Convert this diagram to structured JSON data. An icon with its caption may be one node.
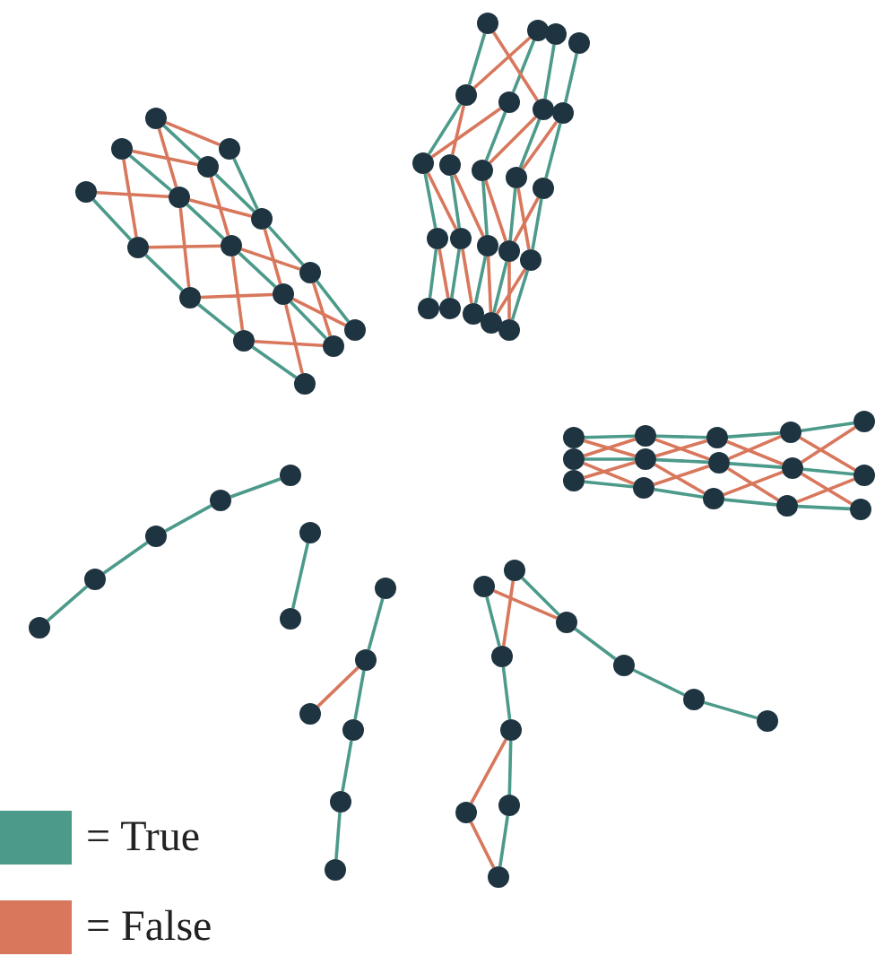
{
  "diagram": {
    "nodes": [
      {
        "text": [],
        "shape": "circle"
      },
      {
        "text": [],
        "shape": "circle"
      },
      {
        "text": [],
        "shape": "circle"
      },
      {
        "text": [],
        "shape": "circle"
      },
      {
        "text": [],
        "shape": "circle"
      },
      {
        "text": [],
        "shape": "circle"
      },
      {
        "text": [],
        "shape": "circle"
      },
      {
        "text": [],
        "shape": "circle"
      },
      {
        "text": [],
        "shape": "circle"
      },
      {
        "text": [],
        "shape": "circle"
      },
      {
        "text": [],
        "shape": "circle"
      },
      {
        "text": [],
        "shape": "circle"
      },
      {
        "text": [],
        "shape": "circle"
      },
      {
        "text": [],
        "shape": "circle"
      },
      {
        "text": [],
        "shape": "circle"
      },
      {
        "text": [],
        "shape": "circle"
      },
      {
        "text": [],
        "shape": "circle"
      },
      {
        "text": [],
        "shape": "circle"
      },
      {
        "text": [],
        "shape": "circle"
      },
      {
        "text": [],
        "shape": "circle"
      },
      {
        "text": [],
        "shape": "circle"
      },
      {
        "text": [],
        "shape": "circle"
      },
      {
        "text": [],
        "shape": "circle"
      },
      {
        "text": [],
        "shape": "circle"
      },
      {
        "text": [],
        "shape": "circle"
      },
      {
        "text": [],
        "shape": "circle"
      },
      {
        "text": [],
        "shape": "circle"
      },
      {
        "text": [],
        "shape": "circle"
      },
      {
        "text": [],
        "shape": "circle"
      },
      {
        "text": [],
        "shape": "circle"
      },
      {
        "text": [],
        "shape": "circle"
      },
      {
        "text": [],
        "shape": "circle"
      },
      {
        "text": [],
        "shape": "circle"
      },
      {
        "text": [],
        "shape": "circle"
      },
      {
        "text": [],
        "shape": "circle"
      },
      {
        "text": [],
        "shape": "circle"
      },
      {
        "text": [],
        "shape": "circle"
      },
      {
        "text": [],
        "shape": "circle"
      },
      {
        "text": [],
        "shape": "circle"
      },
      {
        "text": [],
        "shape": "circle"
      },
      {
        "text": [],
        "shape": "circle"
      },
      {
        "text": [],
        "shape": "circle"
      },
      {
        "text": [],
        "shape": "circle"
      },
      {
        "text": [],
        "shape": "circle"
      },
      {
        "text": [],
        "shape": "circle"
      },
      {
        "text": [],
        "shape": "circle"
      },
      {
        "text": [],
        "shape": "circle"
      },
      {
        "text": [],
        "shape": "circle"
      },
      {
        "text": [],
        "shape": "circle"
      },
      {
        "text": [],
        "shape": "circle"
      },
      {
        "text": [],
        "shape": "circle"
      },
      {
        "text": [],
        "shape": "circle"
      },
      {
        "text": [],
        "shape": "circle"
      },
      {
        "text": [],
        "shape": "circle"
      },
      {
        "text": [],
        "shape": "circle"
      },
      {
        "text": [],
        "shape": "circle"
      },
      {
        "text": [],
        "shape": "circle"
      },
      {
        "text": [],
        "shape": "circle"
      },
      {
        "text": [],
        "shape": "circle"
      },
      {
        "text": [],
        "shape": "circle"
      },
      {
        "text": [],
        "shape": "circle"
      },
      {
        "text": [],
        "shape": "circle"
      },
      {
        "text": [],
        "shape": "circle"
      },
      {
        "text": [],
        "shape": "circle"
      },
      {
        "text": [],
        "shape": "circle"
      },
      {
        "text": [],
        "shape": "circle"
      },
      {
        "text": [],
        "shape": "circle"
      },
      {
        "text": [],
        "shape": "circle"
      },
      {
        "text": [],
        "shape": "circle"
      },
      {
        "text": [],
        "shape": "circle"
      },
      {
        "text": [],
        "shape": "circle"
      },
      {
        "text": [],
        "shape": "circle"
      },
      {
        "text": [],
        "shape": "circle"
      },
      {
        "text": [],
        "shape": "circle"
      },
      {
        "text": [],
        "shape": "circle"
      },
      {
        "text": [],
        "shape": "circle"
      },
      {
        "text": [],
        "shape": "circle"
      },
      {
        "text": [],
        "shape": "circle"
      }
    ],
    "edges": [
      {
        "from": 4,
        "to": 7,
        "arrow": "none"
      },
      {
        "from": 7,
        "to": 10,
        "arrow": "none"
      },
      {
        "from": 10,
        "to": 13,
        "arrow": "none"
      },
      {
        "from": 13,
        "to": 15,
        "arrow": "none"
      },
      {
        "from": 2,
        "to": 5,
        "arrow": "none"
      },
      {
        "from": 5,
        "to": 8,
        "arrow": "none"
      },
      {
        "from": 8,
        "to": 11,
        "arrow": "none"
      },
      {
        "from": 11,
        "to": 14,
        "arrow": "none"
      },
      {
        "from": 0,
        "to": 3,
        "arrow": "none"
      },
      {
        "from": 3,
        "to": 6,
        "arrow": "none"
      },
      {
        "from": 6,
        "to": 9,
        "arrow": "none"
      },
      {
        "from": 9,
        "to": 12,
        "arrow": "none"
      },
      {
        "from": 1,
        "to": 6,
        "arrow": "none"
      },
      {
        "from": 4,
        "to": 5,
        "arrow": "none",
        "color": "#d8775c"
      },
      {
        "from": 7,
        "to": 8,
        "arrow": "none",
        "color": "#d8775c"
      },
      {
        "from": 10,
        "to": 11,
        "arrow": "none",
        "color": "#d8775c"
      },
      {
        "from": 13,
        "to": 14,
        "arrow": "none",
        "color": "#d8775c"
      },
      {
        "from": 2,
        "to": 7,
        "arrow": "none",
        "color": "#d8775c"
      },
      {
        "from": 5,
        "to": 10,
        "arrow": "none",
        "color": "#d8775c"
      },
      {
        "from": 8,
        "to": 13,
        "arrow": "none",
        "color": "#d8775c"
      },
      {
        "from": 11,
        "to": 15,
        "arrow": "none",
        "color": "#d8775c"
      },
      {
        "from": 2,
        "to": 3,
        "arrow": "none",
        "color": "#d8775c"
      },
      {
        "from": 5,
        "to": 6,
        "arrow": "none",
        "color": "#d8775c"
      },
      {
        "from": 8,
        "to": 9,
        "arrow": "none",
        "color": "#d8775c"
      },
      {
        "from": 11,
        "to": 12,
        "arrow": "none",
        "color": "#d8775c"
      },
      {
        "from": 0,
        "to": 5,
        "arrow": "none",
        "color": "#d8775c"
      },
      {
        "from": 3,
        "to": 8,
        "arrow": "none",
        "color": "#d8775c"
      },
      {
        "from": 6,
        "to": 11,
        "arrow": "none",
        "color": "#d8775c"
      },
      {
        "from": 9,
        "to": 14,
        "arrow": "none",
        "color": "#d8775c"
      },
      {
        "from": 0,
        "to": 1,
        "arrow": "none",
        "color": "#d8775c"
      },
      {
        "from": 16,
        "to": 20,
        "arrow": "none"
      },
      {
        "from": 17,
        "to": 21,
        "arrow": "none"
      },
      {
        "from": 18,
        "to": 22,
        "arrow": "none"
      },
      {
        "from": 19,
        "to": 23,
        "arrow": "none"
      },
      {
        "from": 20,
        "to": 24,
        "arrow": "none"
      },
      {
        "from": 21,
        "to": 26,
        "arrow": "none"
      },
      {
        "from": 22,
        "to": 27,
        "arrow": "none"
      },
      {
        "from": 23,
        "to": 28,
        "arrow": "none"
      },
      {
        "from": 24,
        "to": 29,
        "arrow": "none"
      },
      {
        "from": 25,
        "to": 30,
        "arrow": "none"
      },
      {
        "from": 26,
        "to": 31,
        "arrow": "none"
      },
      {
        "from": 27,
        "to": 32,
        "arrow": "none"
      },
      {
        "from": 28,
        "to": 33,
        "arrow": "none"
      },
      {
        "from": 29,
        "to": 34,
        "arrow": "none"
      },
      {
        "from": 30,
        "to": 35,
        "arrow": "none"
      },
      {
        "from": 31,
        "to": 36,
        "arrow": "none"
      },
      {
        "from": 32,
        "to": 37,
        "arrow": "none"
      },
      {
        "from": 33,
        "to": 38,
        "arrow": "none"
      },
      {
        "from": 16,
        "to": 22,
        "arrow": "none",
        "color": "#d8775c"
      },
      {
        "from": 17,
        "to": 20,
        "arrow": "none",
        "color": "#d8775c"
      },
      {
        "from": 20,
        "to": 25,
        "arrow": "none",
        "color": "#d8775c"
      },
      {
        "from": 22,
        "to": 26,
        "arrow": "none",
        "color": "#d8775c"
      },
      {
        "from": 23,
        "to": 27,
        "arrow": "none",
        "color": "#d8775c"
      },
      {
        "from": 21,
        "to": 24,
        "arrow": "none",
        "color": "#d8775c"
      },
      {
        "from": 24,
        "to": 30,
        "arrow": "none",
        "color": "#d8775c"
      },
      {
        "from": 25,
        "to": 31,
        "arrow": "none",
        "color": "#d8775c"
      },
      {
        "from": 26,
        "to": 32,
        "arrow": "none",
        "color": "#d8775c"
      },
      {
        "from": 27,
        "to": 33,
        "arrow": "none",
        "color": "#d8775c"
      },
      {
        "from": 28,
        "to": 32,
        "arrow": "none",
        "color": "#d8775c"
      },
      {
        "from": 29,
        "to": 35,
        "arrow": "none",
        "color": "#d8775c"
      },
      {
        "from": 30,
        "to": 36,
        "arrow": "none",
        "color": "#d8775c"
      },
      {
        "from": 31,
        "to": 37,
        "arrow": "none",
        "color": "#d8775c"
      },
      {
        "from": 32,
        "to": 38,
        "arrow": "none",
        "color": "#d8775c"
      },
      {
        "from": 33,
        "to": 37,
        "arrow": "none",
        "color": "#d8775c"
      },
      {
        "from": 39,
        "to": 42,
        "arrow": "none"
      },
      {
        "from": 40,
        "to": 43,
        "arrow": "none"
      },
      {
        "from": 41,
        "to": 44,
        "arrow": "none"
      },
      {
        "from": 39,
        "to": 43,
        "arrow": "none",
        "color": "#d8775c"
      },
      {
        "from": 40,
        "to": 42,
        "arrow": "none",
        "color": "#d8775c"
      },
      {
        "from": 40,
        "to": 44,
        "arrow": "none",
        "color": "#d8775c"
      },
      {
        "from": 41,
        "to": 43,
        "arrow": "none",
        "color": "#d8775c"
      },
      {
        "from": 42,
        "to": 45,
        "arrow": "none"
      },
      {
        "from": 43,
        "to": 46,
        "arrow": "none"
      },
      {
        "from": 44,
        "to": 47,
        "arrow": "none"
      },
      {
        "from": 42,
        "to": 46,
        "arrow": "none",
        "color": "#d8775c"
      },
      {
        "from": 43,
        "to": 45,
        "arrow": "none",
        "color": "#d8775c"
      },
      {
        "from": 43,
        "to": 47,
        "arrow": "none",
        "color": "#d8775c"
      },
      {
        "from": 44,
        "to": 46,
        "arrow": "none",
        "color": "#d8775c"
      },
      {
        "from": 45,
        "to": 48,
        "arrow": "none"
      },
      {
        "from": 46,
        "to": 49,
        "arrow": "none"
      },
      {
        "from": 47,
        "to": 50,
        "arrow": "none"
      },
      {
        "from": 45,
        "to": 49,
        "arrow": "none",
        "color": "#d8775c"
      },
      {
        "from": 46,
        "to": 48,
        "arrow": "none",
        "color": "#d8775c"
      },
      {
        "from": 46,
        "to": 50,
        "arrow": "none",
        "color": "#d8775c"
      },
      {
        "from": 47,
        "to": 49,
        "arrow": "none",
        "color": "#d8775c"
      },
      {
        "from": 48,
        "to": 51,
        "arrow": "none"
      },
      {
        "from": 49,
        "to": 52,
        "arrow": "none"
      },
      {
        "from": 50,
        "to": 53,
        "arrow": "none"
      },
      {
        "from": 48,
        "to": 52,
        "arrow": "none",
        "color": "#d8775c"
      },
      {
        "from": 49,
        "to": 51,
        "arrow": "none",
        "color": "#d8775c"
      },
      {
        "from": 49,
        "to": 53,
        "arrow": "none",
        "color": "#d8775c"
      },
      {
        "from": 50,
        "to": 52,
        "arrow": "none",
        "color": "#d8775c"
      },
      {
        "from": 54,
        "to": 55,
        "arrow": "none"
      },
      {
        "from": 55,
        "to": 56,
        "arrow": "none"
      },
      {
        "from": 56,
        "to": 57,
        "arrow": "none"
      },
      {
        "from": 57,
        "to": 58,
        "arrow": "none"
      },
      {
        "from": 59,
        "to": 60,
        "arrow": "none"
      },
      {
        "from": 61,
        "to": 62,
        "arrow": "none"
      },
      {
        "from": 62,
        "to": 64,
        "arrow": "none"
      },
      {
        "from": 64,
        "to": 65,
        "arrow": "none"
      },
      {
        "from": 65,
        "to": 66,
        "arrow": "none"
      },
      {
        "from": 62,
        "to": 63,
        "arrow": "none",
        "color": "#d8775c"
      },
      {
        "from": 67,
        "to": 69,
        "arrow": "none"
      },
      {
        "from": 68,
        "to": 69,
        "arrow": "none",
        "color": "#d8775c"
      },
      {
        "from": 68,
        "to": 73,
        "arrow": "none"
      },
      {
        "from": 67,
        "to": 73,
        "arrow": "none",
        "color": "#d8775c"
      },
      {
        "from": 69,
        "to": 70,
        "arrow": "none"
      },
      {
        "from": 70,
        "to": 71,
        "arrow": "none"
      },
      {
        "from": 71,
        "to": 72,
        "arrow": "none"
      },
      {
        "from": 73,
        "to": 74,
        "arrow": "none"
      },
      {
        "from": 74,
        "to": 76,
        "arrow": "none"
      },
      {
        "from": 74,
        "to": 75,
        "arrow": "none",
        "color": "#d8775c"
      },
      {
        "from": 75,
        "to": 77,
        "arrow": "none",
        "color": "#d8775c"
      },
      {
        "from": 76,
        "to": 77,
        "arrow": "none"
      }
    ],
    "legend": [
      {
        "text": "= True",
        "color": "#4c9a8a"
      },
      {
        "text": "= False",
        "color": "#d8775c"
      }
    ]
  }
}
